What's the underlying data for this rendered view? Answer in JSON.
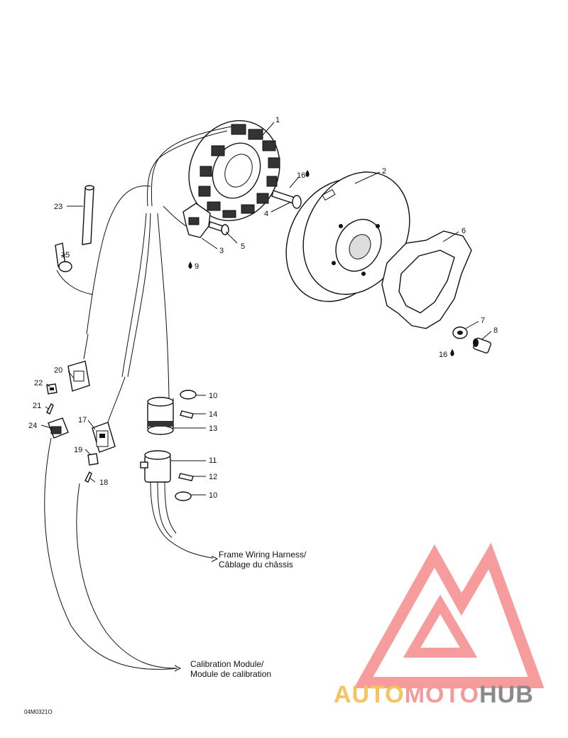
{
  "parts": {
    "p1": "1",
    "p2": "2",
    "p3": "3",
    "p4": "4",
    "p5": "5",
    "p6": "6",
    "p7": "7",
    "p8": "8",
    "p9": "9",
    "p10a": "10",
    "p10b": "10",
    "p11": "11",
    "p12": "12",
    "p13": "13",
    "p14": "14",
    "p15": "15",
    "p16a": "16",
    "p16b": "16",
    "p17": "17",
    "p18": "18",
    "p19": "19",
    "p20": "20",
    "p21": "21",
    "p22": "22",
    "p23": "23",
    "p24": "24"
  },
  "notes": {
    "frame_en": "Frame Wiring Harness/",
    "frame_fr": "Câblage du châssis",
    "calib_en": "Calibration Module/",
    "calib_fr": "Module de calibration"
  },
  "diagram_code": "04M0321O",
  "watermark": {
    "auto": "AUTO",
    "moto": "MOTO",
    "hub": "HUB",
    "color_auto": "#f6c35c",
    "color_moto": "#f49a9a",
    "color_hub": "#8a8a8a",
    "logo_color": "#f47c7c"
  }
}
